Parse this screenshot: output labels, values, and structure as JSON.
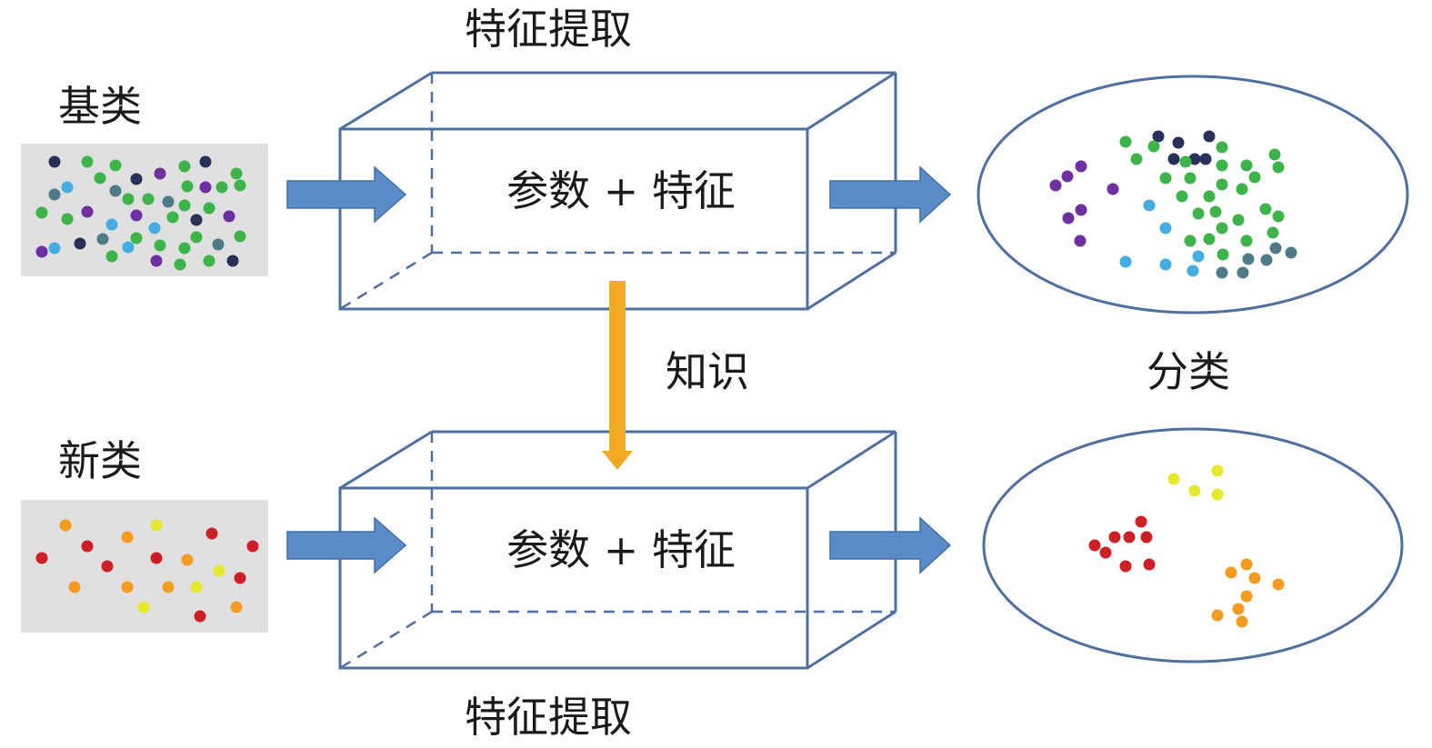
{
  "labels": {
    "top_title": "特征提取",
    "bottom_title": "特征提取",
    "base_class": "基类",
    "new_class": "新类",
    "box_text_top": "参数 + 特征",
    "box_text_bottom": "参数 + 特征",
    "knowledge": "知识",
    "classification": "分类"
  },
  "colors": {
    "box_stroke": "#4f6fa0",
    "blue_arrow": "#5b8cc9",
    "orange_arrow": "#f0aa26",
    "panel_bg": "#e0e0e0",
    "dot_navy": "#273058",
    "dot_green": "#3db34a",
    "dot_purple": "#6e2fa0",
    "dot_lightblue": "#45ade0",
    "dot_slate": "#4f7a87",
    "dot_red": "#cc2026",
    "dot_orange": "#f39c1f",
    "dot_yellow": "#e6e82e"
  }
}
